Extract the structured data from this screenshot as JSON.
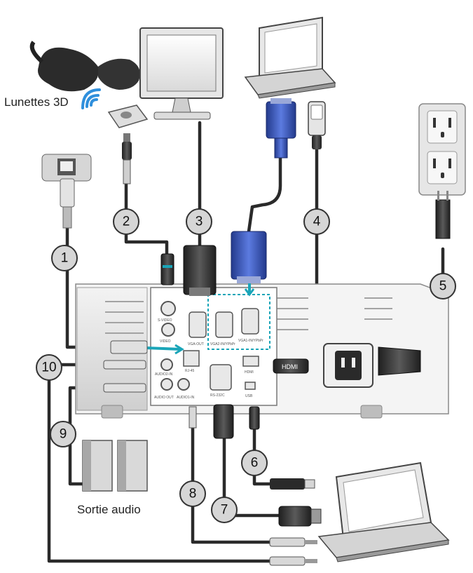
{
  "labels": {
    "glasses": "Lunettes 3D",
    "audio_out": "Sortie audio"
  },
  "callouts": [
    "1",
    "2",
    "3",
    "4",
    "5",
    "6",
    "7",
    "8",
    "9",
    "10"
  ],
  "ports": {
    "s_video": "S-VIDEO",
    "video": "VIDEO",
    "vga_out": "VGA-OUT",
    "vga2": "VGA2-IN/YPbPr",
    "vga1": "VGA1-IN/YPbPr",
    "hdmi": "HDMI",
    "rs232": "RS-232C",
    "rj45": "RJ-45",
    "usb": "USB",
    "audio_in": "AUDIO2-IN",
    "audio_out": "AUDIO OUT",
    "audio1_in": "AUDIO1-IN",
    "hdmi_plug": "HDMI"
  },
  "colors": {
    "cable": "#2a2a2a",
    "callout_fill": "#d6d6d6",
    "vga_blue": "#3b57b5",
    "highlight": "#1aa5b8"
  }
}
